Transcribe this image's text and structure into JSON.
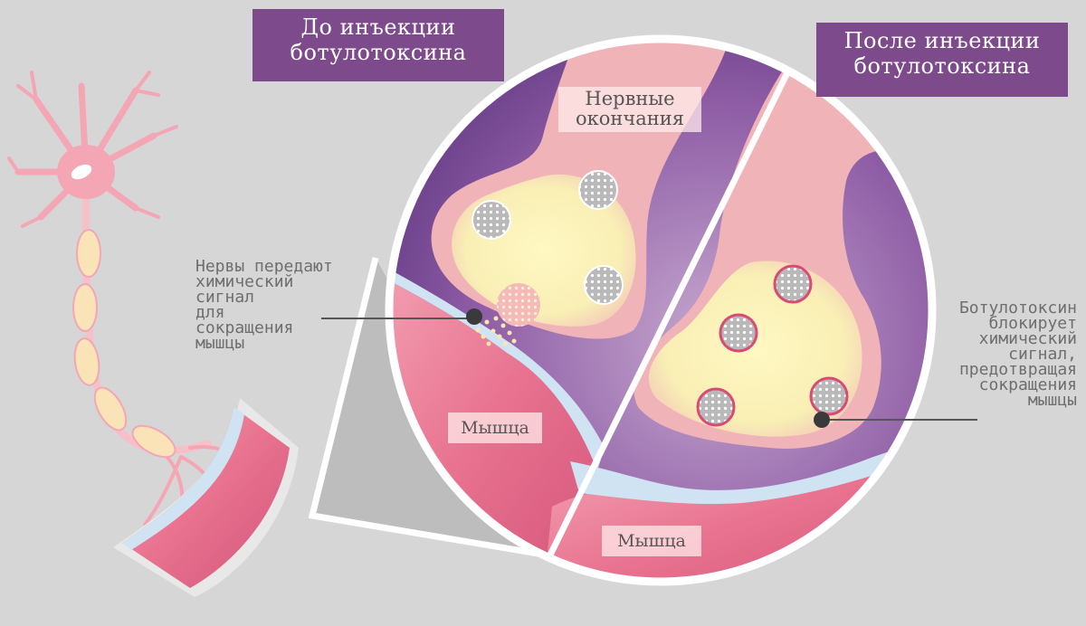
{
  "labels": {
    "before_title": "До инъекции\nботулотоксина",
    "after_title": "После инъекции\nботулотоксина",
    "nerve_endings": "Нервные\nокончания",
    "muscle_left": "Мышца",
    "muscle_right": "Мышца",
    "note_left": "Нервы передают\nхимический\nсигнал\nдля\nсокращения\nмышцы",
    "note_right": "Ботулотоксин\nблокирует\nхимический\nсигнал,\nпредотвращая\nсокращения\nмышцы"
  },
  "colors": {
    "background": "#d6d6d6",
    "title_bg": "#7d4a8c",
    "synapse_purple": "#6b3f8a",
    "nerve_pink": "#f0b4b8",
    "vesicle_yellow": "#fbf3b0",
    "muscle_pink": "#e8728f",
    "membrane_blue": "#cfe3f2"
  }
}
